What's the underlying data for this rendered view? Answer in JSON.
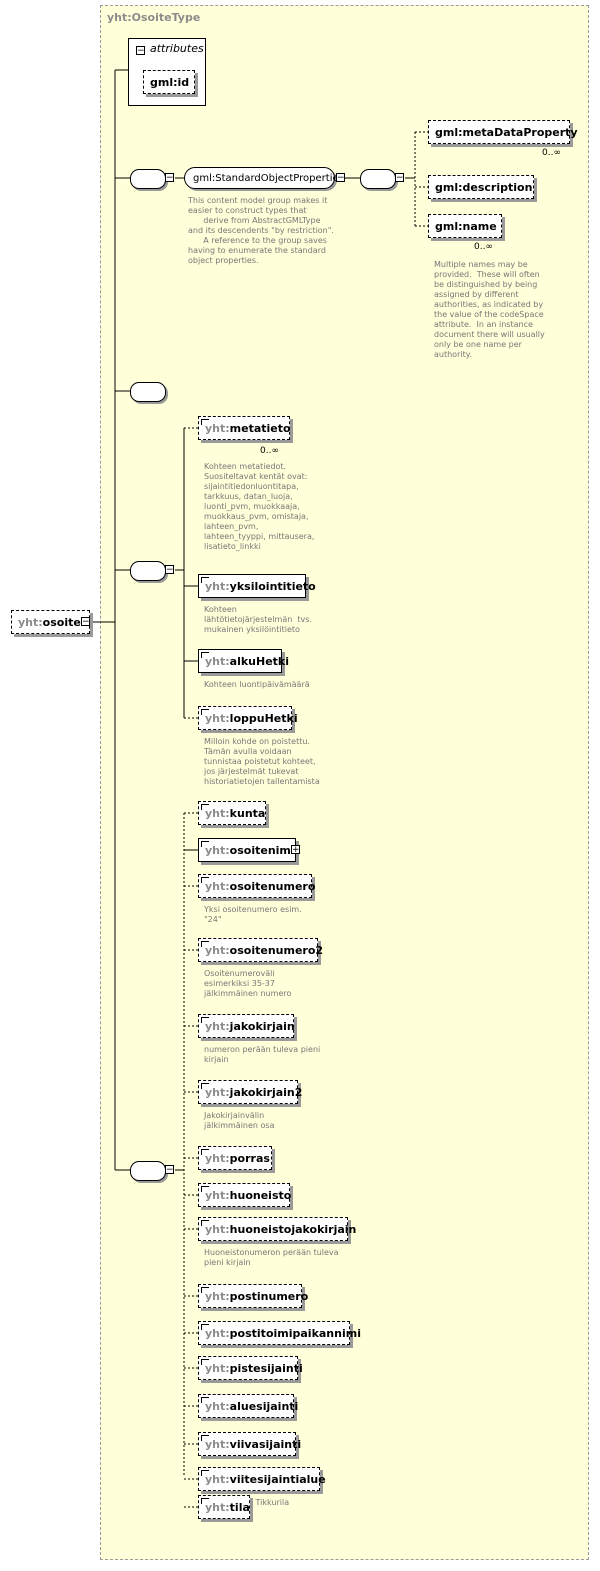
{
  "type_title": "yht:OsoiteType",
  "root": {
    "prefix": "yht:",
    "name": "osoite",
    "expand_symbol": "−"
  },
  "attributes": {
    "label": "attributes",
    "collapse_symbol": "−",
    "items": [
      {
        "name": "gml:id"
      }
    ]
  },
  "std_group": {
    "name": "gml:StandardObjectProperties",
    "annotation": "This content model group makes it\neasier to construct types that\n      derive from AbstractGMLType\nand its descendents \"by restriction\".\n      A reference to the group saves\nhaving to enumerate the standard\nobject properties."
  },
  "std_elements": [
    {
      "name": "gml:metaDataProperty",
      "occurrence": "0..∞",
      "annotation": ""
    },
    {
      "name": "gml:description",
      "occurrence": "",
      "annotation": ""
    },
    {
      "name": "gml:name",
      "occurrence": "0..∞",
      "annotation": "Multiple names may be\nprovided.  These will often\nbe distinguished by being\nassigned by different\nauthorities, as indicated by\nthe value of the codeSpace\nattribute.  In an instance\ndocument there will usually\nonly be one name per\nauthority."
    }
  ],
  "group2_elements": [
    {
      "prefix": "yht:",
      "name": "metatieto",
      "occurrence": "0..∞",
      "annotation": "Kohteen metatiedot.\nSuositeltavat kentät ovat:\nsijaintitiedonluontitapa,\ntarkkuus, datan_luoja,\nluonti_pvm, muokkaaja,\nmuokkaus_pvm, omistaja,\nlahteen_pvm,\nlahteen_tyyppi, mittausera,\nlisatieto_linkki"
    },
    {
      "prefix": "yht:",
      "name": "yksilointitieto",
      "occurrence": "",
      "annotation": "Kohteen\nlähtötietojärjestelmän  tvs.\nmukainen yksilöintitieto"
    },
    {
      "prefix": "yht:",
      "name": "alkuHetki",
      "occurrence": "",
      "annotation": "Kohteen luontipäivämäärä"
    },
    {
      "prefix": "yht:",
      "name": "loppuHetki",
      "occurrence": "",
      "annotation": "Milloin kohde on poistettu.\nTämän avulla voidaan\ntunnistaa poistetut kohteet,\njos järjestelmät tukevat\nhistoriatietojen tallentamista"
    }
  ],
  "group3_elements": [
    {
      "prefix": "yht:",
      "name": "kunta",
      "annotation": ""
    },
    {
      "prefix": "yht:",
      "name": "osoitenimi",
      "annotation": ""
    },
    {
      "prefix": "yht:",
      "name": "osoitenumero",
      "annotation": "Yksi osoitenumero esim.\n\"24\""
    },
    {
      "prefix": "yht:",
      "name": "osoitenumero2",
      "annotation": "Osoitenumeroväli\nesimerkiksi 35-37\njälkimmäinen numero"
    },
    {
      "prefix": "yht:",
      "name": "jakokirjain",
      "annotation": "numeron perään tuleva pieni\nkirjain"
    },
    {
      "prefix": "yht:",
      "name": "jakokirjain2",
      "annotation": "Jakokirjainvälin\njälkimmäinen osa"
    },
    {
      "prefix": "yht:",
      "name": "porras",
      "annotation": ""
    },
    {
      "prefix": "yht:",
      "name": "huoneisto",
      "annotation": ""
    },
    {
      "prefix": "yht:",
      "name": "huoneistojakokirjain",
      "annotation": "Huoneistonumeron perään tuleva\npieni kirjain"
    },
    {
      "prefix": "yht:",
      "name": "postinumero",
      "annotation": ""
    },
    {
      "prefix": "yht:",
      "name": "postitoimipaikannimi",
      "annotation": ""
    },
    {
      "prefix": "yht:",
      "name": "pistesijainti",
      "annotation": ""
    },
    {
      "prefix": "yht:",
      "name": "aluesijainti",
      "annotation": ""
    },
    {
      "prefix": "yht:",
      "name": "viivasijainti",
      "annotation": ""
    },
    {
      "prefix": "yht:",
      "name": "viitesijaintialue",
      "annotation": "Esim. Korso, Tikkurila"
    },
    {
      "prefix": "yht:",
      "name": "tila",
      "annotation": ""
    }
  ],
  "colors": {
    "background": "#ffffd9",
    "border": "#9a9a9a",
    "prefix": "#8c8c8c",
    "annotation": "#777777"
  }
}
